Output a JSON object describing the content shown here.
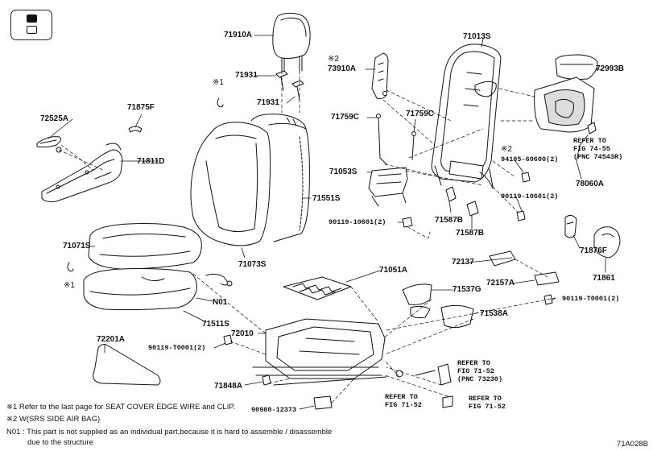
{
  "labels": {
    "l71910A": "71910A",
    "l71931a": "71931",
    "l71931b": "71931",
    "lX1top": "※1",
    "l72525A": "72525A",
    "l71875F": "71875F",
    "l71811D": "71811D",
    "lX2top": "※2",
    "l73910A": "73910A",
    "l71013S": "71013S",
    "l72993B": "72993B",
    "l71759Ca": "71759C",
    "l71759Cb": "71759C",
    "l71551S": "71551S",
    "l71053S": "71053S",
    "lX2b": "※2",
    "l94185": "94185-60600(2)",
    "l90119_10601a": "90119-10601(2)",
    "l90119_10601b": "90119-10601(2)",
    "l71587Ba": "71587B",
    "l71587Bb": "71587B",
    "l78060A": "78060A",
    "l71071S": "71071S",
    "l71073S": "71073S",
    "lX1mid": "※1",
    "l71051A": "71051A",
    "l72137": "72137",
    "l71876F": "71876F",
    "l72157A": "72157A",
    "l71861": "71861",
    "l71537G": "71537G",
    "lN01": "N01",
    "l71511S": "71511S",
    "l90119_T0001a": "90119-T0001(2)",
    "l71538A": "71538A",
    "l72010": "72010",
    "l90119_T0001b": "90119-T0001(2)",
    "l72201A": "72201A",
    "l71848A": "71848A",
    "l90980": "90980-12373"
  },
  "refs": {
    "r7455": [
      "REFER TO",
      "FIG 74-55",
      "(PNC 74543R)"
    ],
    "r7152a": [
      "REFER TO",
      "FIG 71-52",
      "(PNC 73230)"
    ],
    "r7152b": [
      "REFER TO",
      "FIG 71-52"
    ],
    "r7152c": [
      "REFER TO",
      "FIG 71-52"
    ]
  },
  "footnotes": {
    "f1": "※1  Refer to the last page for SEAT COVER EDGE WIRE and CLIP.",
    "f2": "※2  W(SRS SIDE AIR BAG)",
    "f3": "N01 : This part is not supplied as an individual part,because it is hard to assemble / disassemble",
    "f4": "due to the structure"
  },
  "figure_code": "71A028B",
  "colors": {
    "ink": "#111111",
    "background": "#ffffff"
  }
}
